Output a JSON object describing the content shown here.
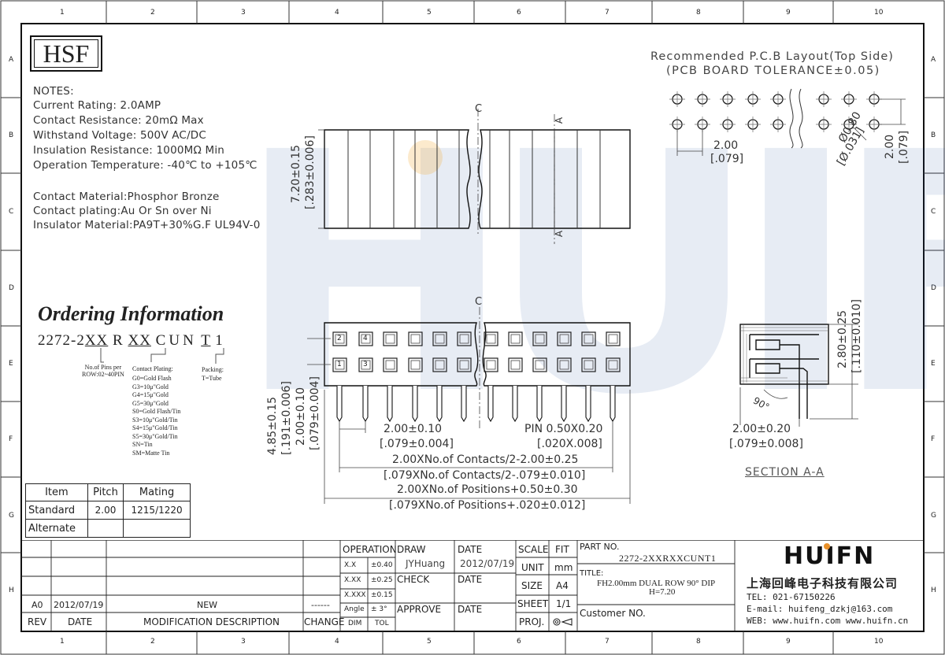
{
  "frame": {
    "col_numbers": [
      "1",
      "2",
      "3",
      "4",
      "5",
      "6",
      "7",
      "8",
      "9",
      "10"
    ],
    "row_letters": [
      "A",
      "B",
      "C",
      "D",
      "E",
      "F",
      "G",
      "H"
    ]
  },
  "logo": {
    "text": "HSF"
  },
  "watermark": {
    "text": "HUIFN"
  },
  "notes": {
    "heading": "NOTES:",
    "lines": [
      "Current Rating: 2.0AMP",
      "Contact Resistance: 20mΩ Max",
      "Withstand Voltage: 500V AC/DC",
      "Insulation Resistance: 1000MΩ Min",
      "Operation Temperature: -40℃ to +105℃"
    ],
    "material_lines": [
      "Contact Material:Phosphor Bronze",
      "Contact plating:Au Or Sn over Ni",
      "Insulator Material:PA9T+30%G.F UL94V-0"
    ]
  },
  "ordering": {
    "title": "Ordering Information",
    "part": {
      "prefix": "2272-2",
      "pins": "XX",
      "r": "R",
      "plating": "XX",
      "cun": "CUN",
      "t": "T",
      "suffix": "1"
    },
    "pins_label": "No.of Pins per\nROW:02~40PIN",
    "plating_label": "Contact Plating:",
    "plating_options": [
      "G0=Gold Flash",
      "G3=10μ\"Gold",
      "G4=15μ\"Gold",
      "G5=30μ\"Gold",
      "S0=Gold Flash/Tin",
      "S3=10μ\"Gold/Tin",
      "S4=15μ\"Gold/Tin",
      "S5=30μ\"Gold/Tin",
      "SN=Tin",
      "SM=Matte Tin"
    ],
    "packing_label": "Packing:",
    "packing_value": "T=Tube"
  },
  "mating_table": {
    "headers": [
      "Item",
      "Pitch",
      "Mating"
    ],
    "rows": [
      [
        "Standard",
        "2.00",
        "1215/1220"
      ],
      [
        "Alternate",
        "",
        ""
      ]
    ]
  },
  "pcb": {
    "title": "Recommended P.C.B Layout(Top Side)",
    "subtitle": "(PCB BOARD TOLERANCE±0.05)",
    "pitch_dim": "2.00",
    "pitch_dim_in": "[.079]",
    "hole_dim": "Ø0.80",
    "hole_dim_in": "[Ø.031]",
    "row_dim": "2.00",
    "row_dim_in": "[.079]"
  },
  "top_view": {
    "height_dim": "7.20±0.15",
    "height_dim_in": "[.283±0.006]",
    "center_mark": "C",
    "section_mark": "A"
  },
  "front_view": {
    "center_mark": "C",
    "pin_numbers": [
      "2",
      "4",
      "1",
      "3"
    ],
    "dim_485": "4.85±0.15",
    "dim_485_in": "[.191±0.006]",
    "dim_200": "2.00±0.10",
    "dim_200_in": "[.079±0.004]",
    "pitch": "2.00±0.10",
    "pitch_in": "[.079±0.004]",
    "pin": "PIN 0.50X0.20",
    "pin_in": "[.020X.008]",
    "contacts": "2.00XNo.of Contacts/2-2.00±0.25",
    "contacts_in": "[.079XNo.of Contacts/2-.079±0.010]",
    "positions": "2.00XNo.of Positions+0.50±0.30",
    "positions_in": "[.079XNo.of Positions+.020±0.012]"
  },
  "section": {
    "dim_280": "2.80±0.25",
    "dim_280_in": "[.110±0.010]",
    "angle": "90°",
    "dim_bottom": "2.00±0.20",
    "dim_bottom_in": "[.079±0.008]",
    "label": "SECTION A-A"
  },
  "title_block": {
    "rev_row": {
      "rev": "A0",
      "date": "2012/07/19",
      "desc": "NEW",
      "change": "------"
    },
    "headers": {
      "rev": "REV",
      "date": "DATE",
      "desc": "MODIFICATION DESCRIPTION",
      "change": "CHANGE"
    },
    "operation": "OPERATION",
    "tolerances": [
      [
        "X.X",
        "±0.40"
      ],
      [
        "X.XX",
        "±0.25"
      ],
      [
        "X.XXX",
        "±0.15"
      ],
      [
        "Angle",
        "± 3°"
      ]
    ],
    "dim": "DIM",
    "tol": "TOL",
    "draw": "DRAW",
    "draw_name": "JYHuang",
    "draw_date_label": "DATE",
    "draw_date": "2012/07/19",
    "check": "CHECK",
    "check_date": "DATE",
    "approve": "APPROVE",
    "approve_date": "DATE",
    "scale": "SCALE",
    "fit": "FIT",
    "unit": "UNIT",
    "unit_val": "mm",
    "size": "SIZE",
    "size_val": "A4",
    "sheet": "SHEET",
    "sheet_val": "1/1",
    "proj": "PROJ.",
    "part_no_label": "PART NO.",
    "part_no": "2272-2XXRXXCUNT1",
    "title_label": "TITLE:",
    "title_1": "FH2.00mm DUAL ROW 90° DIP",
    "title_2": "H=7.20",
    "customer": "Customer NO."
  },
  "company": {
    "logo": "HUIFN",
    "name_cn": "上海回峰电子科技有限公司",
    "tel": "TEL: 021-67150226",
    "email": "E-mail: huifeng_dzkj@163.com",
    "web": "WEB: www.huifn.com  www.huifn.cn"
  }
}
